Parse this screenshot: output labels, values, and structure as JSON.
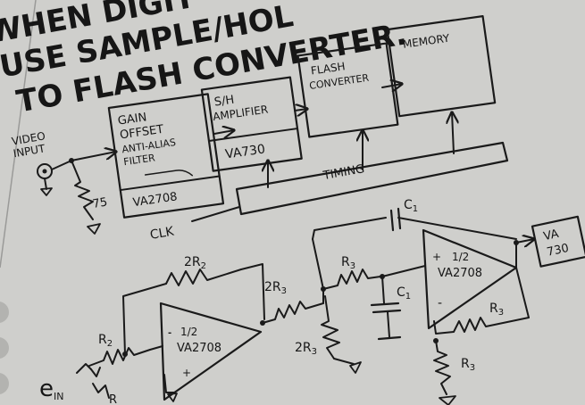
{
  "heading": {
    "line1": "WHEN DIGIT",
    "line2": "USE SAMPLE/HOL",
    "line3": "TO FLASH CONVERTER."
  },
  "blocks": {
    "video_input": [
      "VIDEO",
      "INPUT"
    ],
    "gain_block": [
      "GAIN",
      "OFFSET",
      "ANTI-ALIAS",
      "FILTER"
    ],
    "gain_part": "VA2708",
    "sh_block": [
      "S/H",
      "AMPLIFIER"
    ],
    "sh_part": "VA730",
    "flash_block": [
      "FLASH",
      "CONVERTER"
    ],
    "memory_block": "MEMORY",
    "timing": "TIMING",
    "clk": "CLK",
    "termination": "75"
  },
  "filter_circuit": {
    "r2_top": "2R",
    "r2_top_sub": "2",
    "r2": "R",
    "r2_sub": "2",
    "r3_2": "2R",
    "r3_2_sub": "3",
    "r3_2b": "2R",
    "r3_2b_sub": "3",
    "r3": "R",
    "r3_sub": "3",
    "r3b": "R",
    "r3b_sub": "3",
    "r3c": "R",
    "r3c_sub": "3",
    "c1_top": "C",
    "c1_top_sub": "1",
    "c1": "C",
    "c1_sub": "1",
    "opamp1_half": "1/2",
    "opamp1_part": "VA2708",
    "opamp2_half": "1/2",
    "opamp2_part": "VA2708",
    "out_box": [
      "VA",
      "730"
    ],
    "ein": "e",
    "ein_sub": "IN",
    "r_cut": "R"
  }
}
